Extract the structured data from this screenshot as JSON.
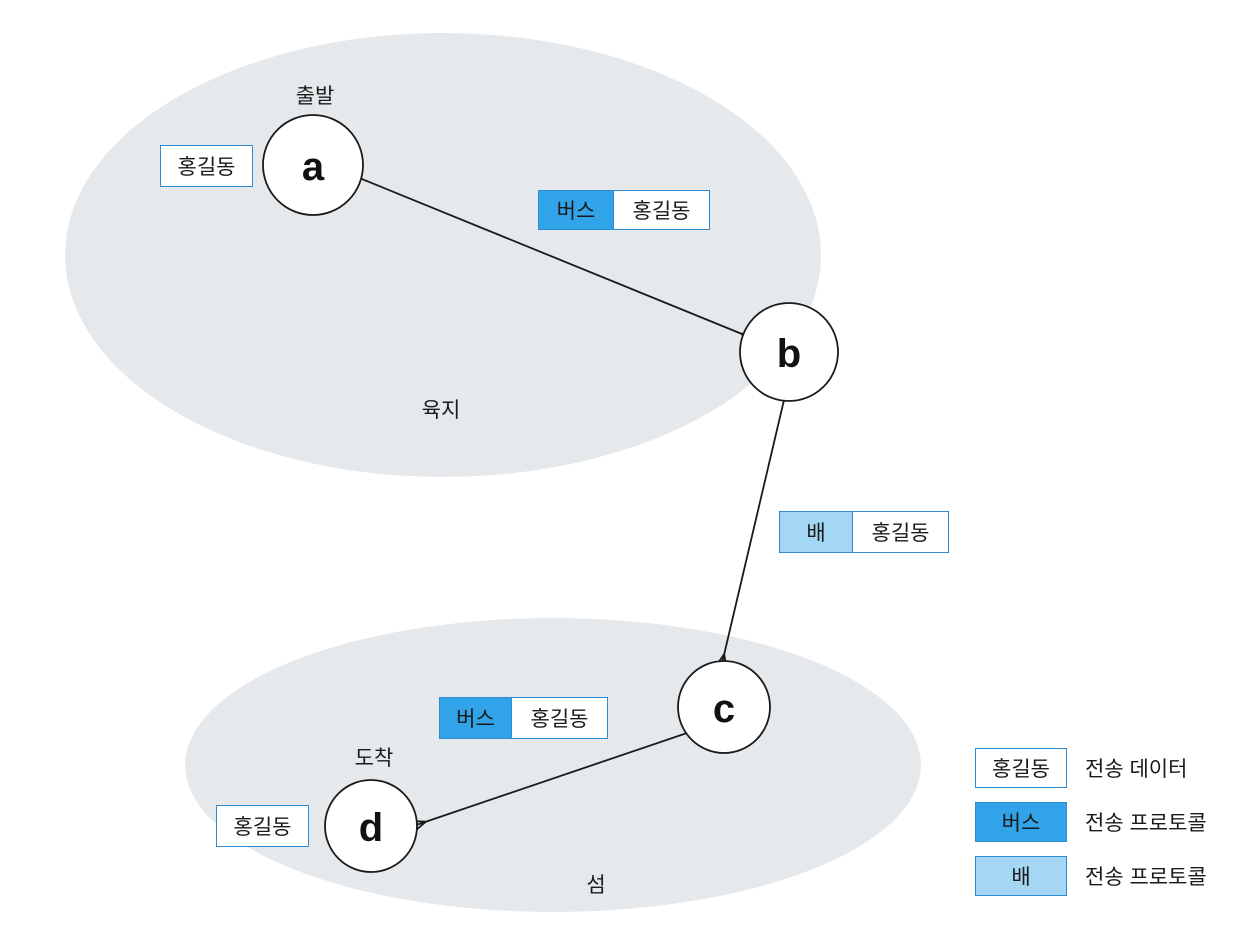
{
  "diagram": {
    "title": "",
    "colors": {
      "region_fill": "#E6E9EC",
      "node_stroke": "#1a1a1a",
      "node_fill": "#ffffff",
      "box_border": "#2E8BD0",
      "protocol_bus": "#31A3E8",
      "protocol_ship": "#A3D7F4",
      "arrow": "#1a1a1a",
      "background": "#ffffff"
    },
    "regions": [
      {
        "id": "land",
        "label": "육지"
      },
      {
        "id": "island",
        "label": "섬"
      }
    ],
    "nodes": [
      {
        "id": "a",
        "letter": "a",
        "caption": "출발"
      },
      {
        "id": "b",
        "letter": "b",
        "caption": ""
      },
      {
        "id": "c",
        "letter": "c",
        "caption": ""
      },
      {
        "id": "d",
        "letter": "d",
        "caption": "도착"
      }
    ],
    "data_boxes": [
      {
        "id": "data-at-a",
        "text": "홍길동"
      },
      {
        "id": "data-at-d",
        "text": "홍길동"
      }
    ],
    "packets": [
      {
        "id": "packet-a-b",
        "protocol": "버스",
        "data": "홍길동",
        "protocol_kind": "bus"
      },
      {
        "id": "packet-b-c",
        "protocol": "배",
        "data": "홍길동",
        "protocol_kind": "ship"
      },
      {
        "id": "packet-c-d",
        "protocol": "버스",
        "data": "홍길동",
        "protocol_kind": "bus"
      }
    ],
    "edges": [
      {
        "id": "edge-a-b",
        "from": "a",
        "to": "b"
      },
      {
        "id": "edge-b-c",
        "from": "b",
        "to": "c"
      },
      {
        "id": "edge-c-d",
        "from": "c",
        "to": "d"
      }
    ],
    "legend": {
      "rows": [
        {
          "id": "legend-data",
          "swatch_text": "홍길동",
          "kind": "data",
          "label": "전송 데이터"
        },
        {
          "id": "legend-bus",
          "swatch_text": "버스",
          "kind": "bus",
          "label": "전송 프로토콜"
        },
        {
          "id": "legend-ship",
          "swatch_text": "배",
          "kind": "ship",
          "label": "전송 프로토콜"
        }
      ]
    }
  }
}
